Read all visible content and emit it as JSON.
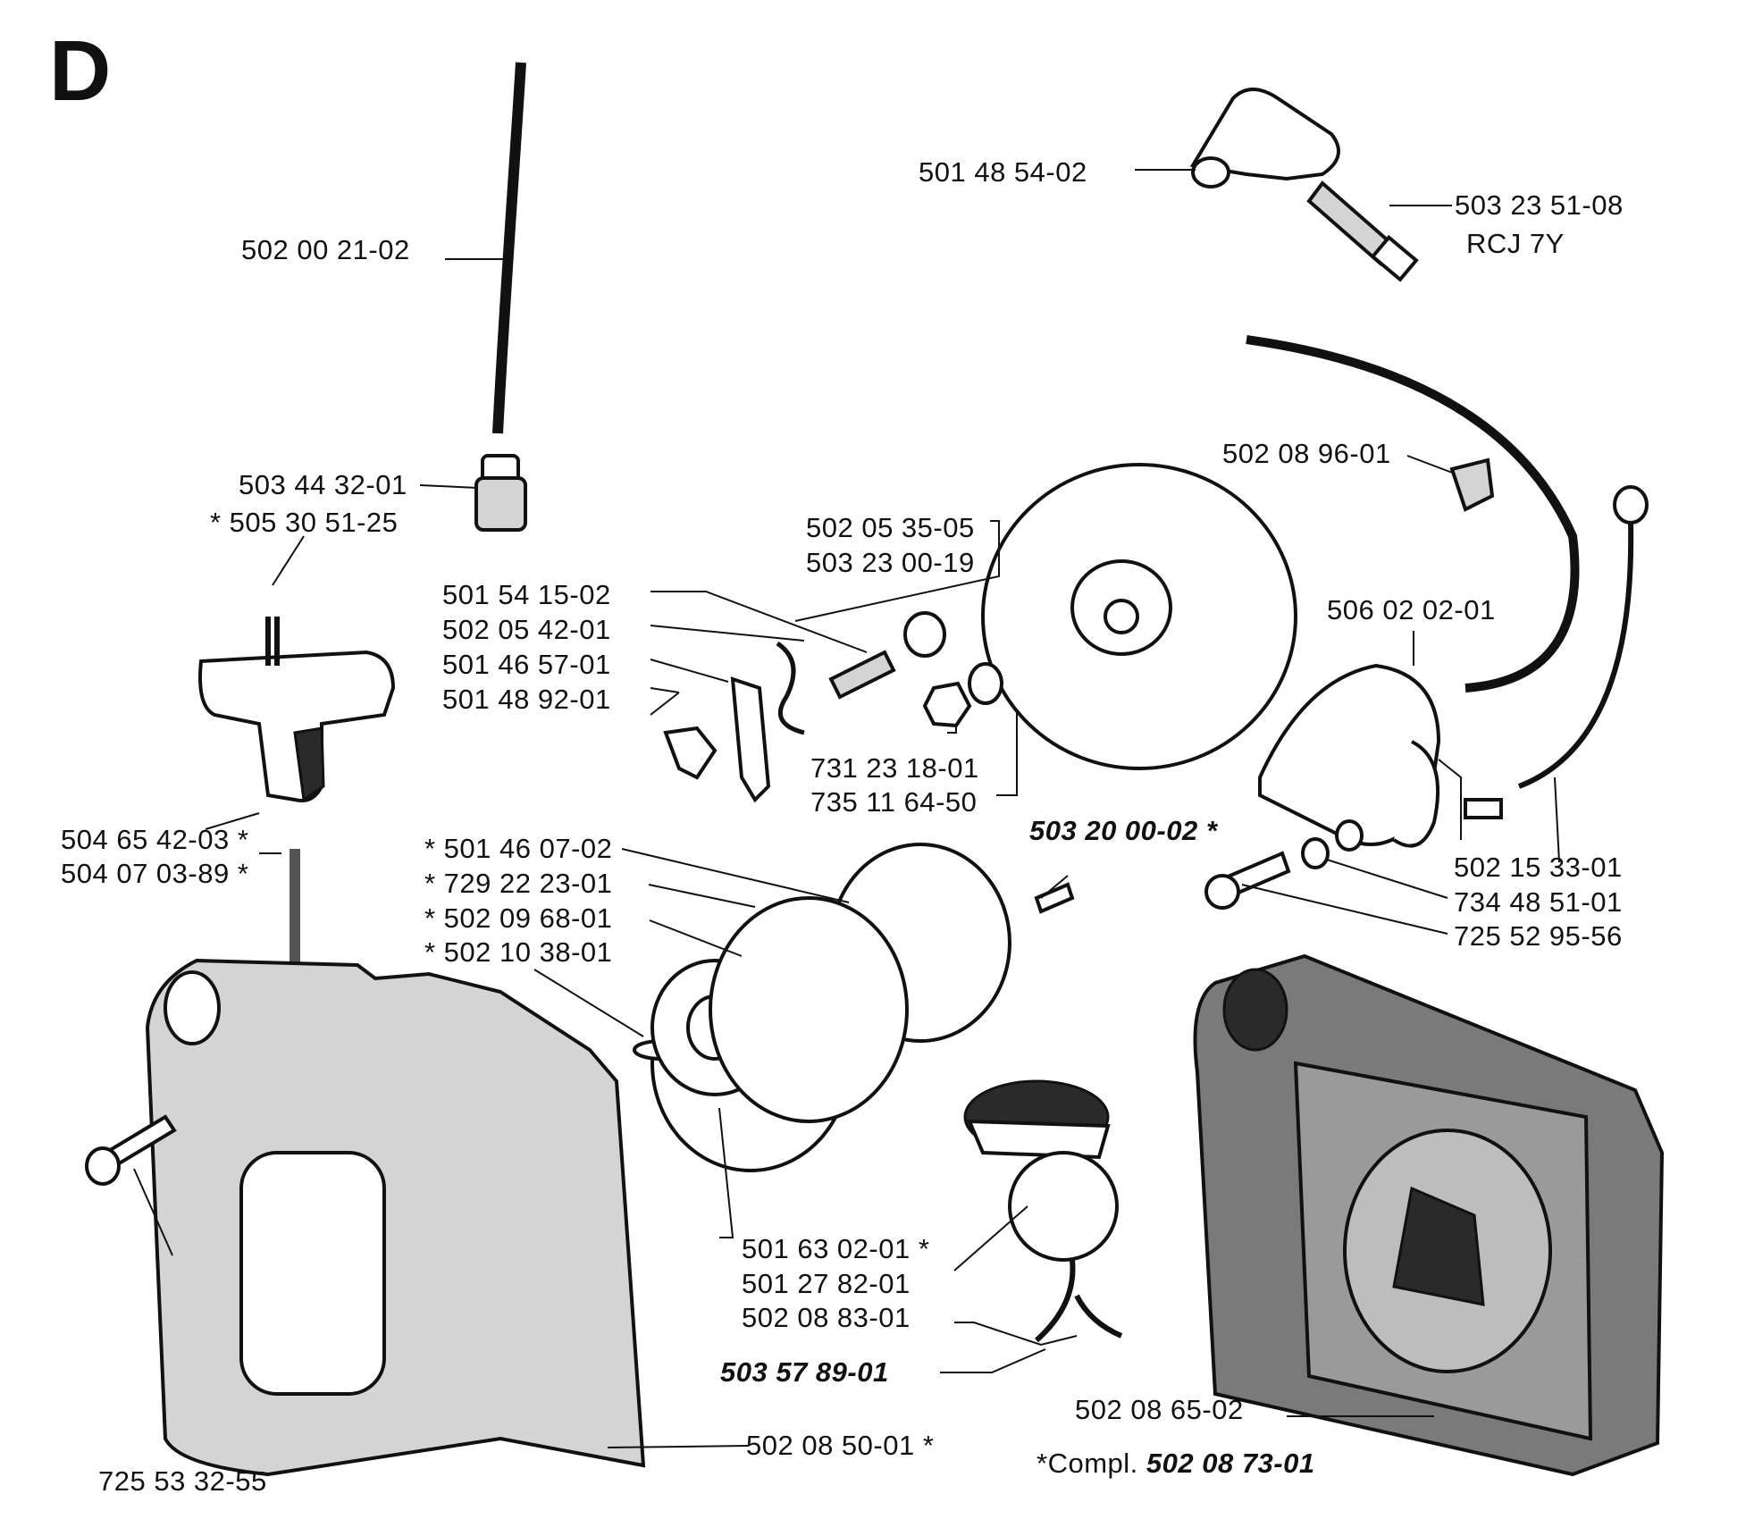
{
  "section_letter": "D",
  "labels": {
    "boot": "501 48 54-02",
    "plug": "503 23 51-08",
    "plug_type": "RCJ 7Y",
    "hose": "502 00 21-02",
    "filter": "503 44 32-01",
    "filter2": "* 505 30 51-25",
    "clip": "502 08 96-01",
    "fw1": "502 05 35-05",
    "fw2": "503 23 00-19",
    "pawl1": "501 54 15-02",
    "pawl2": "502 05 42-01",
    "pawl3": "501 46 57-01",
    "pawl4": "501 48 92-01",
    "coil": "506 02 02-01",
    "nut1": "731 23 18-01",
    "nut2": "735 11 64-50",
    "bold1": "503 20 00-02 *",
    "handle1": "504 65 42-03 *",
    "handle2": "504 07 03-89 *",
    "st1": "* 501 46 07-02",
    "st2": "* 729 22 23-01",
    "st3": "* 502 09 68-01",
    "st4": "* 502 10 38-01",
    "wire": "502 15 33-01",
    "washer": "734 48 51-01",
    "screw_r": "725 52 95-56",
    "pulley1": "501 63 02-01 *",
    "pulley2": "501 27 82-01",
    "pulley3": "502 08 83-01",
    "bold2": "503 57 89-01",
    "tank": "502 08 65-02",
    "cover": "502 08 50-01 *",
    "screw_l": "725 53 32-55",
    "compl_prefix": "*Compl.",
    "compl_number": "502 08 73-01"
  }
}
